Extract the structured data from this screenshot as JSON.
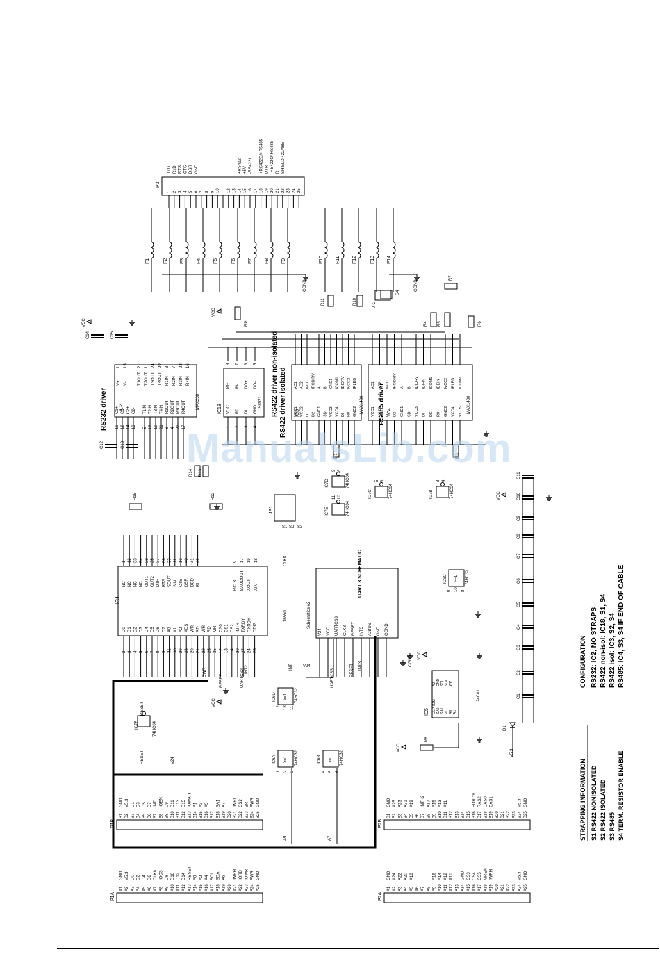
{
  "watermark": "ManualsLib.com",
  "connector_p3": {
    "ref": "P3",
    "pins": [
      "1",
      "2",
      "3",
      "4",
      "5",
      "6",
      "7",
      "8",
      "9",
      "10",
      "11",
      "12",
      "13",
      "14",
      "15",
      "16",
      "17",
      "18",
      "19",
      "20",
      "21",
      "22",
      "23",
      "24",
      "25"
    ],
    "signals": [
      "TxD",
      "RxD",
      "RTS",
      "CTS",
      "DSR",
      "GND",
      "",
      "",
      "",
      "",
      "",
      "",
      "",
      "+RS422I",
      "+5V",
      "-RS422I",
      "",
      "+RS422O/+RS485",
      "DTR",
      "-RS422O/-RS485",
      "RI",
      "SHIELD 422/485",
      "",
      "",
      ""
    ]
  },
  "fuses": [
    "F1",
    "F2",
    "F3",
    "F4",
    "F5",
    "F6",
    "F7",
    "F8",
    "F9",
    "F10",
    "F11",
    "F12",
    "F13",
    "F14"
  ],
  "ic2": {
    "title": "RS232 driver",
    "ref": "IC2",
    "part": "MAX238",
    "left": [
      "C1+",
      "C1-",
      "C2+",
      "C2-",
      "",
      "T1IN",
      "T2IN",
      "T3IN",
      "T4IN",
      "R1OUT",
      "R2OUT",
      "R3OUT",
      "R4OUT"
    ],
    "right": [
      "V+",
      "V-",
      "",
      "T1OUT",
      "T2OUT",
      "T3OUT",
      "T4OUT",
      "R1IN",
      "R2IN",
      "R3IN",
      "R4IN"
    ],
    "pinsL": [
      "10",
      "12",
      "14",
      "13",
      "",
      "5",
      "18",
      "19",
      "21",
      "6",
      "4",
      "22",
      "17"
    ],
    "pinsR": [
      "11",
      "15",
      "",
      "2",
      "1",
      "24",
      "20",
      "3",
      "7",
      "23",
      "16"
    ]
  },
  "ic18": {
    "title": "RS422 driver non-isolated",
    "ref": "IC18",
    "part": "DS8921",
    "left": [
      "VCC",
      "R0",
      "DI",
      "GND"
    ],
    "right": [
      "RI+",
      "RI-",
      "DO+",
      "DO-"
    ],
    "pinsL": [
      "1",
      "2",
      "3",
      "4"
    ],
    "pinsR": [
      "8",
      "7",
      "6",
      "5"
    ]
  },
  "ic3": {
    "title": "RS422 driver isolated",
    "ref": "IC3",
    "part": "MAX1480",
    "left": [
      "VCC1",
      "VCC2",
      "D1",
      "D2",
      "GND1",
      "SD",
      "VCC3",
      "VCC4",
      "DI",
      "R0",
      "GND2"
    ],
    "right": [
      "AC1",
      "AC2",
      "IVCC1",
      "IROD/RV",
      "A",
      "B",
      "GND1",
      "ICOM1",
      "IDIDRV",
      "IVCC2",
      "IRLED"
    ]
  },
  "ic4": {
    "title": "RS485 driver",
    "ref": "IC4",
    "part": "MAX1480",
    "left": [
      "VCC1",
      "VCC2",
      "D1",
      "D2",
      "GND1",
      "SD",
      "VCC3",
      "DI",
      "DE",
      "R0",
      "GND2",
      "VCC4",
      "VCC5"
    ],
    "right": [
      "AC1",
      "AC2",
      "IVCC1",
      "IROD/RV",
      "A",
      "B",
      "IDIDRV",
      "IDIHN",
      "ICOM1",
      "IDEIN",
      "IVCC2",
      "IRLED",
      "ICOM2"
    ]
  },
  "ic1": {
    "ref": "IC1",
    "part": "16550",
    "top_pins": [
      "NC",
      "NC",
      "NC",
      "NC",
      "OUT1",
      "OUT2",
      "DTR",
      "RTS",
      "SOUT",
      "SIN",
      "CTS",
      "DSR",
      "DCD",
      "RI"
    ],
    "top_nums": [
      "1",
      "12",
      "33",
      "34",
      "38",
      "35",
      "37",
      "36",
      "33",
      "11",
      "10",
      "40",
      "41",
      "42",
      "43"
    ],
    "clk": [
      "RCLK",
      "BAUDOUT",
      "XOUT",
      "XIN"
    ],
    "clk_nums": [
      "9",
      "17",
      "19",
      "18"
    ],
    "clk_label": "CLK8",
    "bottom_pins": [
      "D0",
      "D1",
      "D2",
      "D3",
      "D4",
      "D5",
      "D6",
      "D7",
      "A0",
      "A1",
      "A2",
      "ADS",
      "WR",
      "RD",
      "WR",
      "RD",
      "MR",
      "CS0",
      "CS1",
      "CS2",
      "INTR",
      "TXRDY",
      "RXRDY",
      "DDIS"
    ],
    "bottom_nums": [
      "2",
      "3",
      "4",
      "5",
      "6",
      "7",
      "8",
      "9",
      "31",
      "30",
      "29",
      "28",
      "20",
      "21",
      "22",
      "25",
      "35",
      "12",
      "13",
      "14",
      "30",
      "27",
      "24",
      "23"
    ]
  },
  "uart3": {
    "title": "UART 3 SCHEMATIC",
    "sheet": "Schematics #2",
    "pins": [
      "V24",
      "VCC",
      "UARTCS3",
      "CLK8",
      "RESET",
      "INT3",
      "/OBUS",
      "GND",
      "CGND"
    ]
  },
  "logic": [
    {
      "ref": "IC7F",
      "part": "74HC04",
      "nets": [
        "RESET",
        "RESET"
      ],
      "pins": [
        "13",
        "12"
      ]
    },
    {
      "ref": "IC6A",
      "part": "74HC32",
      "pins": [
        "1",
        "2",
        "3"
      ]
    },
    {
      "ref": "IC6B",
      "part": "74HC32",
      "pins": [
        "4",
        "5",
        "6"
      ]
    },
    {
      "ref": "IC6D",
      "part": "74HC32",
      "pins": [
        "12",
        "13",
        "11"
      ]
    },
    {
      "ref": "IC6C",
      "part": "74HC32",
      "pins": [
        "9",
        "10",
        "8"
      ]
    },
    {
      "ref": "IC7D",
      "part": "74HC04",
      "pins": [
        "9",
        "8"
      ]
    },
    {
      "ref": "IC7E",
      "part": "74HC04",
      "pins": [
        "11",
        "10"
      ]
    },
    {
      "ref": "IC7C",
      "part": "74HC04",
      "pins": [
        "5",
        "6"
      ]
    },
    {
      "ref": "IC7B",
      "part": "74HC04",
      "pins": [
        "3",
        "4"
      ]
    }
  ],
  "ic5": {
    "ref": "IC5",
    "part": "24C01",
    "pins": [
      "EEPROM",
      "SA0",
      "SA1",
      "VCC",
      "A0",
      "A1",
      "A2",
      "GND",
      "SCL",
      "SDA",
      "WP"
    ]
  },
  "jumpers": [
    "JP1",
    "JP2",
    "S1",
    "S2",
    "S3",
    "S4"
  ],
  "resistors": [
    "R1",
    "R3",
    "R4",
    "R5",
    "R6",
    "R7",
    "R8",
    "R10",
    "R11",
    "R12",
    "R13",
    "R14",
    "R15"
  ],
  "capacitors": [
    "C1",
    "C2",
    "C3",
    "C4",
    "C5",
    "C6",
    "C7",
    "C8",
    "C9",
    "C10",
    "C11",
    "C12",
    "C13",
    "C14",
    "C15"
  ],
  "misc_labels": [
    "VCC",
    "V24",
    "GND",
    "CGND",
    "V5.3",
    "D1",
    "A9",
    "A7",
    "INT",
    "UARTCS3",
    "RESET",
    "INT3",
    "CS2",
    "UARTCS2",
    "INT2",
    "DWR",
    "IOWR",
    "IORD",
    "RPI"
  ],
  "bus_p1a": {
    "ref": "P1A",
    "pins": [
      "A1",
      "A2",
      "A3",
      "A4",
      "A5",
      "A6",
      "A7",
      "A8",
      "A9",
      "A10",
      "A11",
      "A12",
      "A13",
      "A14",
      "A15",
      "A16",
      "A17",
      "A18",
      "A19",
      "A20",
      "A21",
      "A22",
      "A23",
      "A24",
      "A25"
    ],
    "signals": [
      "GND",
      "V5.3",
      "D0",
      "D2",
      "D4",
      "D6",
      "CLK8",
      "IOCS",
      "D8",
      "D10",
      "D12",
      "D14",
      "RESET",
      "A0",
      "A2",
      "A4",
      "SCL",
      "SDA",
      "A6",
      "",
      "IWRH",
      "IORD",
      "IOWR",
      "PWR",
      "GND"
    ]
  },
  "bus_p1b": {
    "ref": "P1B",
    "pins": [
      "B1",
      "B2",
      "B3",
      "B4",
      "B5",
      "B6",
      "B7",
      "B8",
      "B9",
      "B10",
      "B11",
      "B12",
      "B13",
      "B14",
      "B15",
      "B16",
      "B17",
      "B18",
      "B19",
      "B20",
      "B21",
      "B22",
      "B23",
      "B24",
      "B25"
    ],
    "signals": [
      "GND",
      "V5.3",
      "D1",
      "D3",
      "D5",
      "D7",
      "INT",
      "IOEN",
      "D9",
      "D11",
      "D13",
      "D15",
      "IOWAIT",
      "A1",
      "A3",
      "A5",
      "",
      "SA1",
      "A7",
      "",
      "IWRL",
      "CS2",
      "BR",
      "PWR",
      "GND"
    ]
  },
  "bus_p2a": {
    "ref": "P2A",
    "pins": [
      "A1",
      "A2",
      "A3",
      "A4",
      "A5",
      "A6",
      "A7",
      "A8",
      "A9",
      "A10",
      "A11",
      "A12",
      "A13",
      "A14",
      "A15",
      "A16",
      "A17",
      "A18",
      "A19",
      "A20",
      "A21",
      "A22",
      "A23",
      "A24",
      "A25"
    ],
    "signals": [
      "GND",
      "A24",
      "A22",
      "A20",
      "A18",
      "",
      "",
      "",
      "A16",
      "A14",
      "A12",
      "A10",
      "",
      "GND",
      "CS3",
      "CS4",
      "CS5",
      "MREN",
      "IWRH",
      "",
      "",
      "",
      "",
      "V5.3",
      "GND"
    ]
  },
  "bus_p2b": {
    "ref": "P2B",
    "pins": [
      "B1",
      "B2",
      "B3",
      "B4",
      "B5",
      "B6",
      "B7",
      "B8",
      "B9",
      "B10",
      "B11",
      "B12",
      "B13",
      "B14",
      "B15",
      "B16",
      "B17",
      "B18",
      "B19",
      "B20",
      "B21",
      "B22",
      "B23",
      "B24",
      "B25"
    ],
    "signals": [
      "GND",
      "A25",
      "A23",
      "A21",
      "A19",
      "",
      "INTH2",
      "A17",
      "A15",
      "A13",
      "A11",
      "",
      "",
      "",
      "",
      "EDRDY",
      "RAS2",
      "CAS0",
      "CAS1",
      "",
      "",
      "",
      "",
      "V5.3",
      "GND"
    ]
  },
  "strapping": {
    "title": "STRAPPING INFORMATION",
    "lines": [
      "S1 RS422 NONISOLATED",
      "S2 RS422 ISOLATED",
      "S3 RS485",
      "S4 TERM. RESISTOR ENABLE"
    ]
  },
  "configuration": {
    "title": "CONFIGURATION",
    "lines": [
      "RS232: IC2, NO STRAPS",
      "RS422 non-isol: IC18, S1, S4",
      "RS422 isol: IC3, S2, S4",
      "RS485: IC4, S3, S4 IF END OF CABLE"
    ]
  }
}
